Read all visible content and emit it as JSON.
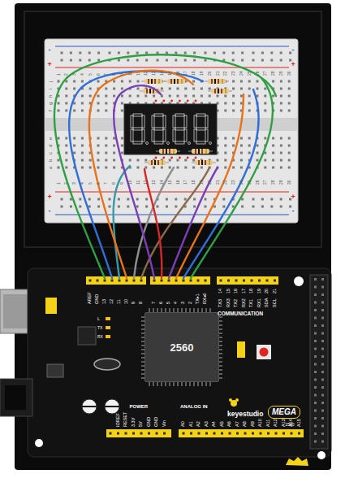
{
  "diagram": {
    "nodes": [
      {
        "text": [
          "2560"
        ]
      },
      {
        "text": [
          "MEGA"
        ]
      }
    ],
    "labels": [
      "j",
      "i",
      "h",
      "g",
      "f",
      "e",
      "d",
      "c",
      "b",
      "a",
      "1",
      "2",
      "3",
      "4",
      "5",
      "6",
      "7",
      "8",
      "9",
      "10",
      "11",
      "12",
      "13",
      "14",
      "15",
      "16",
      "17",
      "18",
      "19",
      "20",
      "21",
      "22",
      "23",
      "24",
      "25",
      "26",
      "27",
      "28",
      "29",
      "30",
      "1",
      "2",
      "3",
      "4",
      "5",
      "6",
      "7",
      "8",
      "9",
      "10",
      "11",
      "12",
      "13",
      "14",
      "15",
      "16",
      "17",
      "18",
      "19",
      "20",
      "21",
      "22",
      "23",
      "24",
      "25",
      "26",
      "27",
      "28",
      "29",
      "30",
      "-",
      "+",
      "-",
      "+",
      "+",
      "-",
      "+",
      "-",
      "AREF",
      "GND",
      "13",
      "12",
      "11",
      "10",
      "9",
      "8",
      "7",
      "6",
      "5",
      "4",
      "3",
      "2",
      "TX▸1",
      "RX◂0",
      "14",
      "15",
      "16",
      "17",
      "18",
      "19",
      "20",
      "21",
      "TX3",
      "RX3",
      "TX2",
      "RX2",
      "TX1",
      "RX1",
      "SDA",
      "SCL",
      "COMMUNICATION",
      "L",
      "TX",
      "RX",
      "keyestudio",
      "2560",
      "POWER",
      "ANALOG IN",
      "IOREF",
      "RESET",
      "3.3V",
      "5V",
      "GND",
      "GND",
      "Vin",
      "A0",
      "A1",
      "A2",
      "A3",
      "A4",
      "A5",
      "A6",
      "A7",
      "A8",
      "A9",
      "A10",
      "A11",
      "A12",
      "A13",
      "A14",
      "A15"
    ]
  }
}
